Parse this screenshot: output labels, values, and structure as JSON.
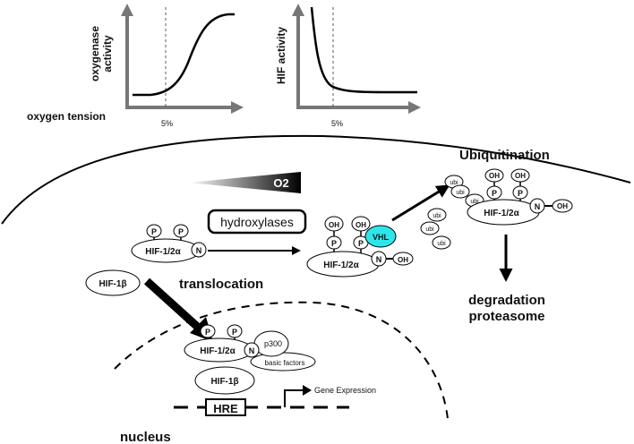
{
  "graph_left": {
    "ylabel_line1": "oxygenase",
    "ylabel_line2": "activity",
    "xlabel": "oxygen tension",
    "tick": "5%"
  },
  "graph_right": {
    "ylabel": "HIF activity",
    "tick": "5%"
  },
  "o2_label": "O2",
  "hydroxylases_label": "hydroxylases",
  "ubiquitination_label": "Ubiquitination",
  "translocation_label": "translocation",
  "degradation_line1": "degradation",
  "degradation_line2": "proteasome",
  "nucleus_label": "nucleus",
  "gene_expression_label": "Gene Expression",
  "hre_label": "HRE",
  "hif_alpha_label": "HIF-1/2α",
  "hif_beta_label": "HIF-1β",
  "p_label": "P",
  "n_label": "N",
  "oh_label": "OH",
  "vhl_label": "VHL",
  "ubi_label": "ubi",
  "p300_label": "p300",
  "basic_factors_label": "basic factors"
}
